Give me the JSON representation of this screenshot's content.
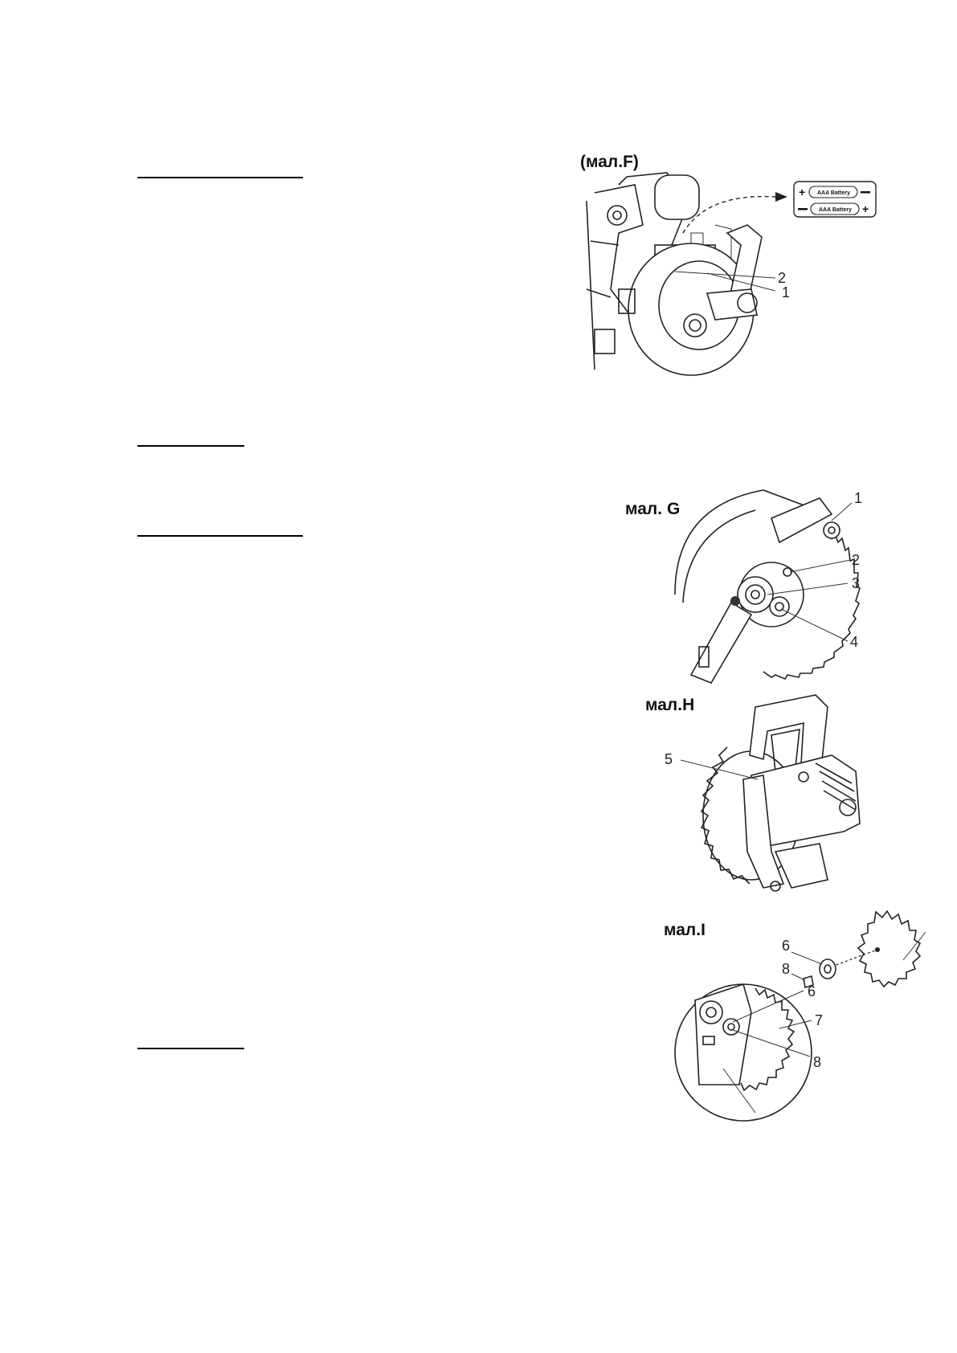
{
  "figures": {
    "F": {
      "caption": "(мал.F)",
      "callouts": [
        "2",
        "1"
      ],
      "battery_label": "AAA Battery"
    },
    "G": {
      "caption": "мал. G",
      "callouts": [
        "1",
        "2",
        "3",
        "4"
      ]
    },
    "H": {
      "caption": "мал.H",
      "callouts": [
        "5"
      ]
    },
    "I": {
      "caption": "мал.I",
      "callouts": [
        "6",
        "8",
        "6",
        "7",
        "8"
      ]
    }
  }
}
